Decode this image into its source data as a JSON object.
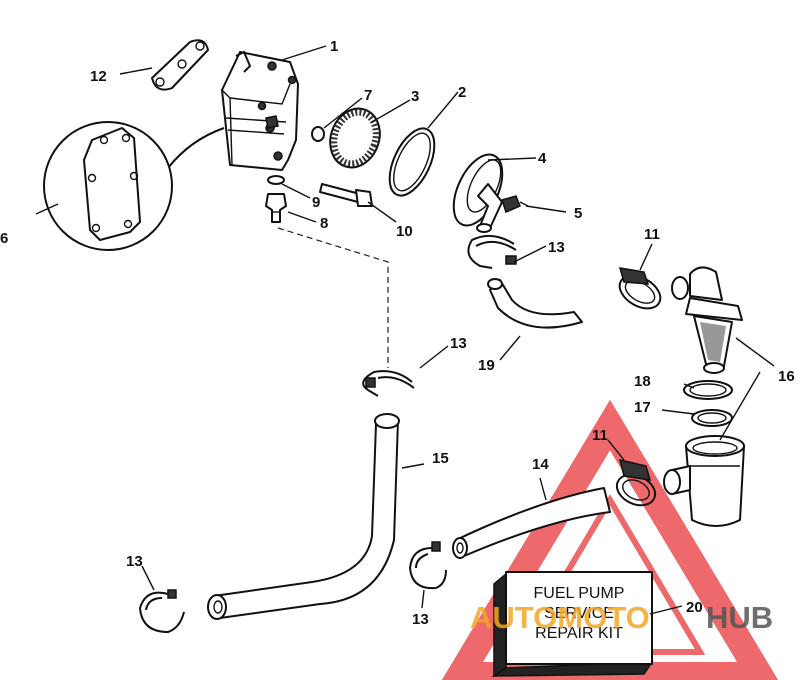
{
  "callouts": {
    "c1": "1",
    "c2": "2",
    "c3": "3",
    "c4": "4",
    "c5": "5",
    "c6": "6",
    "c7": "7",
    "c8": "8",
    "c9": "9",
    "c10": "10",
    "c11a": "11",
    "c11b": "11",
    "c12": "12",
    "c13a": "13",
    "c13b": "13",
    "c13c": "13",
    "c13d": "13",
    "c14": "14",
    "c15": "15",
    "c16": "16",
    "c17": "17",
    "c18": "18",
    "c19": "19",
    "c20": "20"
  },
  "kit": {
    "line1": "FUEL PUMP",
    "line2": "SERVICE",
    "line3": "REPAIR KIT"
  },
  "watermark": {
    "part1": "AUTOMOTO",
    "part2": "HUB",
    "color_red": "#e8383a",
    "color_orange": "#f5a623",
    "color_grey": "#555555"
  }
}
